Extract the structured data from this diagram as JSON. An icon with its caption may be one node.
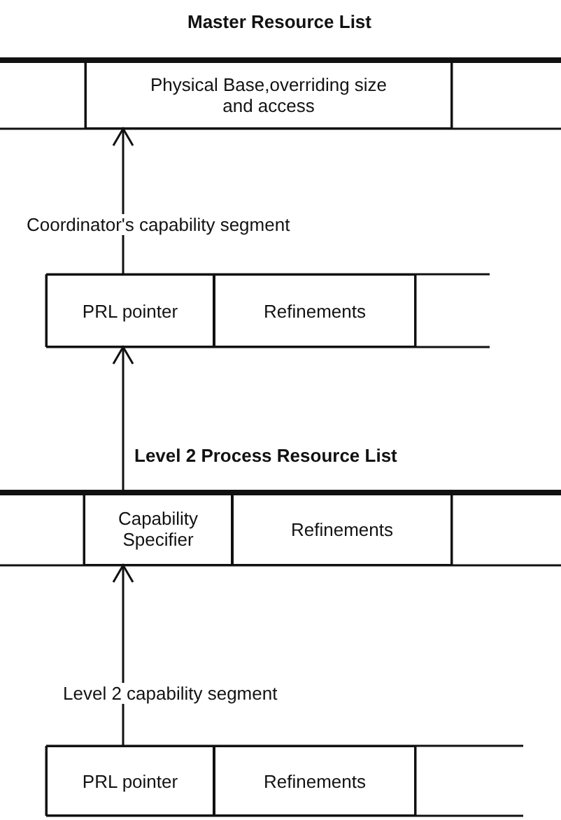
{
  "diagram": {
    "nodes": [
      {
        "text": [
          "Physical Base,overriding size and access"
        ]
      },
      {
        "text": [
          "PRL pointer"
        ]
      },
      {
        "text": [
          "Refinements"
        ]
      },
      {
        "text": [
          "Capability Specifier"
        ]
      },
      {
        "text": [
          "Refinements"
        ]
      },
      {
        "text": [
          "PRL pointer"
        ]
      },
      {
        "text": [
          "Refinements"
        ]
      }
    ],
    "edges": [
      {
        "from": 1,
        "to": 0,
        "arrow": "to"
      },
      {
        "from": 3,
        "to": 1,
        "arrow": "to"
      },
      {
        "from": 5,
        "to": 3,
        "arrow": "to"
      }
    ],
    "labels": [
      "Master Resource List",
      "Coordinator's capability segment",
      "Level 2 Process Resource List",
      "Level 2 capability segment"
    ]
  }
}
